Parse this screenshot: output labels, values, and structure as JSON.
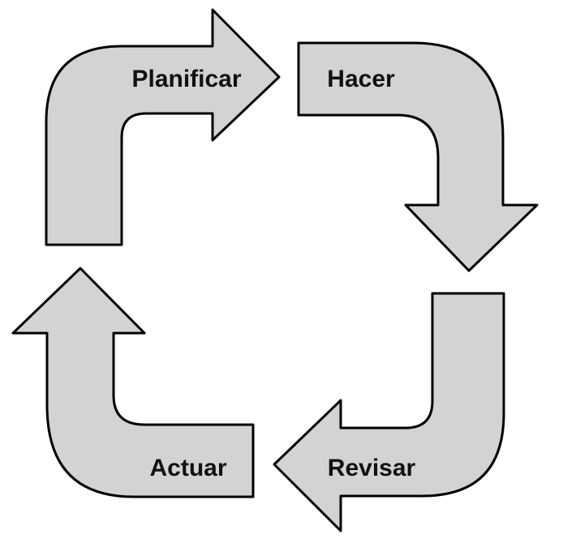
{
  "diagram": {
    "type": "cycle",
    "steps": [
      {
        "label": "Planificar"
      },
      {
        "label": "Hacer"
      },
      {
        "label": "Revisar"
      },
      {
        "label": "Actuar"
      }
    ],
    "colors": {
      "arrow_fill": "#d3d3d3",
      "arrow_stroke": "#000000",
      "text": "#111111",
      "background": "#ffffff"
    }
  }
}
